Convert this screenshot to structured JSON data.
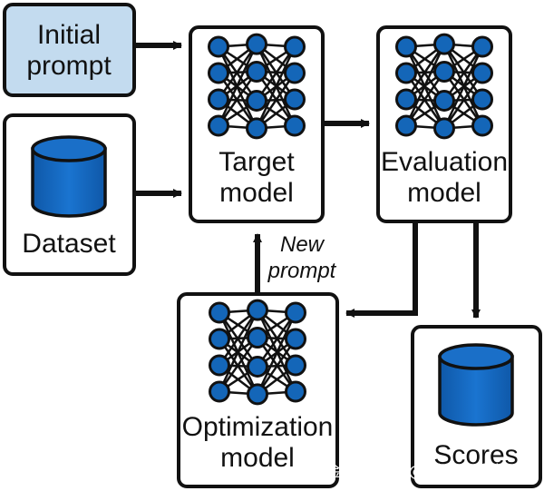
{
  "nodes": {
    "initial_prompt": {
      "line1": "Initial",
      "line2": "prompt"
    },
    "dataset": {
      "label": "Dataset",
      "icon": "database-icon"
    },
    "target_model": {
      "line1": "Target",
      "line2": "model",
      "icon": "neural-network-icon"
    },
    "evaluation_model": {
      "line1": "Evaluation",
      "line2": "model",
      "icon": "neural-network-icon"
    },
    "optimization_model": {
      "line1": "Optimization",
      "line2": "model",
      "icon": "neural-network-icon"
    },
    "scores": {
      "label": "Scores",
      "icon": "database-icon"
    }
  },
  "edges": {
    "new_prompt": {
      "line1": "New",
      "line2": "prompt"
    }
  },
  "watermark": "掘金技术社区 @ 数据智能老司机",
  "colors": {
    "node_blue": "#1466b8",
    "node_blue_light": "#5a9fe0",
    "highlight_fill": "#c3dbef",
    "stroke": "#111111"
  }
}
